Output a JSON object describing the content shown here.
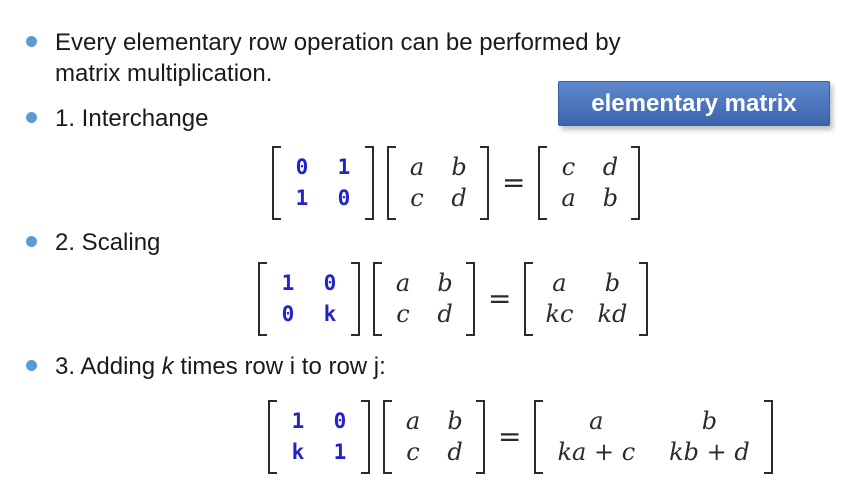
{
  "slide": {
    "colors": {
      "bullet": "#5b9bd5",
      "text": "#1a1a1a",
      "math_blue": "#2323cd",
      "math_black": "#2b2b2b",
      "bracket": "#2b2b2b",
      "background": "#ffffff",
      "callout_top": "#5e89ce",
      "callout_bottom": "#3c64ad",
      "callout_border": "#3a5e9e",
      "callout_text": "#ffffff"
    },
    "bullets": [
      {
        "line1": "Every elementary row operation can be performed by",
        "line2": "matrix multiplication."
      },
      {
        "text": "1. Interchange"
      },
      {
        "text": "2. Scaling"
      },
      {
        "pre": "3. Adding ",
        "k": "k",
        "post": " times row i to row j:"
      }
    ],
    "callout": {
      "label": "elementary matrix"
    }
  },
  "equations": [
    {
      "name": "interchange",
      "elementary": {
        "r1": [
          "0",
          "1"
        ],
        "r2": [
          "1",
          "0"
        ]
      },
      "operand": {
        "r1": [
          "a",
          "b"
        ],
        "r2": [
          "c",
          "d"
        ]
      },
      "equals": "=",
      "result": {
        "r1": [
          "c",
          "d"
        ],
        "r2": [
          "a",
          "b"
        ]
      }
    },
    {
      "name": "scaling",
      "elementary": {
        "r1": [
          "1",
          "0"
        ],
        "r2": [
          "0",
          "k"
        ]
      },
      "operand": {
        "r1": [
          "a",
          "b"
        ],
        "r2": [
          "c",
          "d"
        ]
      },
      "equals": "=",
      "result": {
        "r1": [
          "a",
          "b"
        ],
        "r2": [
          "kc",
          "kd"
        ]
      }
    },
    {
      "name": "row-addition",
      "elementary": {
        "r1": [
          "1",
          "0"
        ],
        "r2": [
          "k",
          "1"
        ]
      },
      "operand": {
        "r1": [
          "a",
          "b"
        ],
        "r2": [
          "c",
          "d"
        ]
      },
      "equals": "=",
      "result": {
        "r1": [
          "a",
          "b"
        ],
        "r2": [
          "ka + c",
          "kb + d"
        ]
      }
    }
  ]
}
